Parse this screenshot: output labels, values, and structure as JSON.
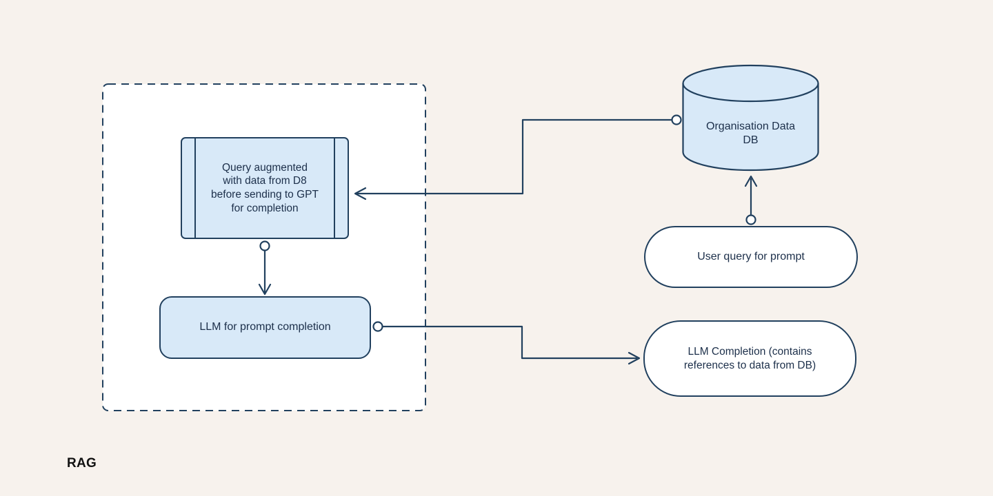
{
  "diagram": {
    "caption": "RAG",
    "colors": {
      "background": "#f7f2ed",
      "container_fill": "#ffffff",
      "node_fill": "#d8e9f8",
      "stroke": "#21405e",
      "text": "#1c2f4a"
    },
    "nodes": {
      "query_augmented": {
        "shape": "predefined-process",
        "label": "Query augmented\nwith data from D8\nbefore sending to GPT\nfor completion"
      },
      "llm": {
        "shape": "rounded-rect",
        "label": "LLM for prompt completion"
      },
      "org_db": {
        "shape": "cylinder",
        "label": "Organisation Data\nDB"
      },
      "user_query": {
        "shape": "pill",
        "label": "User query for prompt"
      },
      "llm_completion": {
        "shape": "pill",
        "label": "LLM Completion (contains\nreferences to data from DB)"
      }
    },
    "edges": [
      {
        "from": "org_db",
        "to": "query_augmented",
        "style": "elbow",
        "arrow": "open"
      },
      {
        "from": "query_augmented",
        "to": "llm",
        "style": "straight",
        "arrow": "open"
      },
      {
        "from": "llm",
        "to": "llm_completion",
        "style": "elbow",
        "arrow": "open"
      },
      {
        "from": "user_query",
        "to": "org_db",
        "style": "straight",
        "arrow": "open"
      }
    ]
  }
}
